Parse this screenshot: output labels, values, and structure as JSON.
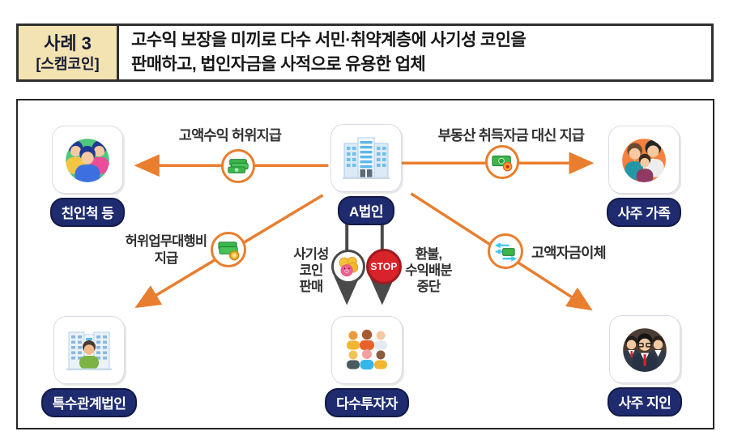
{
  "header": {
    "case_lines": [
      "사례 3",
      "[스캠코인]"
    ],
    "title_lines": [
      "고수익 보장을 미끼로 다수 서민·취약계층에 사기성 코인을",
      "판매하고, 법인자금을 사적으로 유용한 업체"
    ]
  },
  "diagram": {
    "entities": [
      {
        "id": "relatives",
        "label": "친인척 등",
        "icon": "people-group-icon"
      },
      {
        "id": "company-a",
        "label": "A법인",
        "icon": "building-icon"
      },
      {
        "id": "owner-family",
        "label": "사주 가족",
        "icon": "family-icon"
      },
      {
        "id": "related-corp",
        "label": "특수관계법인",
        "icon": "building-person-icon"
      },
      {
        "id": "investors",
        "label": "다수투자자",
        "icon": "crowd-icon"
      },
      {
        "id": "owner-friends",
        "label": "사주 지인",
        "icon": "business-people-icon"
      }
    ],
    "flows": [
      {
        "id": "high-profit-fake-payment",
        "from": "company-a",
        "to": "relatives",
        "lines": [
          "고액수익 허위지급"
        ],
        "icon": "money-stack-icon"
      },
      {
        "id": "real-estate-fund-payment",
        "from": "company-a",
        "to": "owner-family",
        "lines": [
          "부동산 취득자금 대신 지급"
        ],
        "icon": "money-coin-icon"
      },
      {
        "id": "fake-service-fee-payment",
        "from": "company-a",
        "to": "related-corp",
        "lines": [
          "허위업무대행비",
          "지급"
        ],
        "icon": "money-gold-coin-icon"
      },
      {
        "id": "fraud-coin-sale",
        "from": "company-a",
        "to": "investors",
        "lines": [
          "사기성",
          "코인",
          "판매"
        ],
        "icon": "coins-piggy-icon"
      },
      {
        "id": "refund-distribution-stop",
        "from": "company-a",
        "to": "investors",
        "lines": [
          "환불,",
          "수익배분",
          "중단"
        ],
        "icon": "stop-sign-icon",
        "stop_text": "STOP"
      },
      {
        "id": "large-fund-transfer",
        "from": "company-a",
        "to": "owner-friends",
        "lines": [
          "고액자금이체"
        ],
        "icon": "transfer-arrows-icon"
      }
    ]
  },
  "colors": {
    "accent_orange": "#E87E2E",
    "badge_navy": "#1E2C6F",
    "header_beige": "#F4E3B2",
    "stop_red": "#D8232A",
    "money_green": "#3CB54A",
    "dark_arrow": "#4A4A4A"
  }
}
